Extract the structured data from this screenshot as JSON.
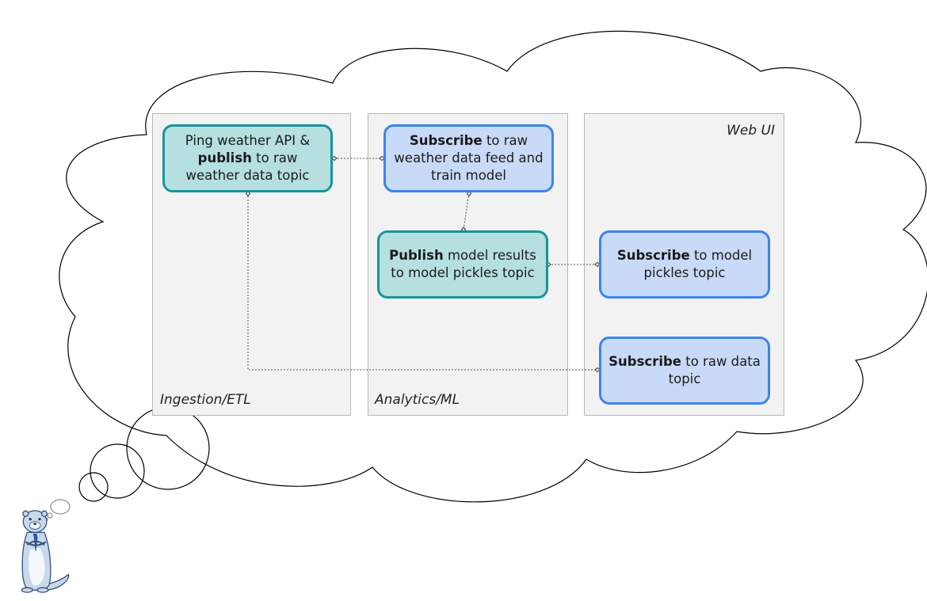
{
  "lanes": {
    "ingestion": {
      "label": "Ingestion/ETL"
    },
    "analytics": {
      "label": "Analytics/ML"
    },
    "webui": {
      "label": "Web UI"
    }
  },
  "nodes": {
    "ping": {
      "pre": "Ping weather API &",
      "bold": "publish",
      "post": "to raw weather data topic"
    },
    "sub_raw_train": {
      "bold": "Subscribe",
      "post": "to raw weather data feed and train model"
    },
    "pub_results": {
      "bold": "Publish",
      "post": "model results to model pickles topic"
    },
    "sub_pickles": {
      "bold": "Subscribe",
      "post": "to model pickles topic"
    },
    "sub_raw_data": {
      "bold": "Subscribe",
      "post": "to raw data topic"
    }
  },
  "colors": {
    "teal_fill": "#b6dfe0",
    "teal_border": "#17959a",
    "blue_fill": "#c9daf8",
    "blue_border": "#3c84ee",
    "lane_fill": "#f2f2f2"
  },
  "icons": {
    "thought_cloud": "thought-cloud-icon",
    "otter": "otter-mascot-icon"
  }
}
